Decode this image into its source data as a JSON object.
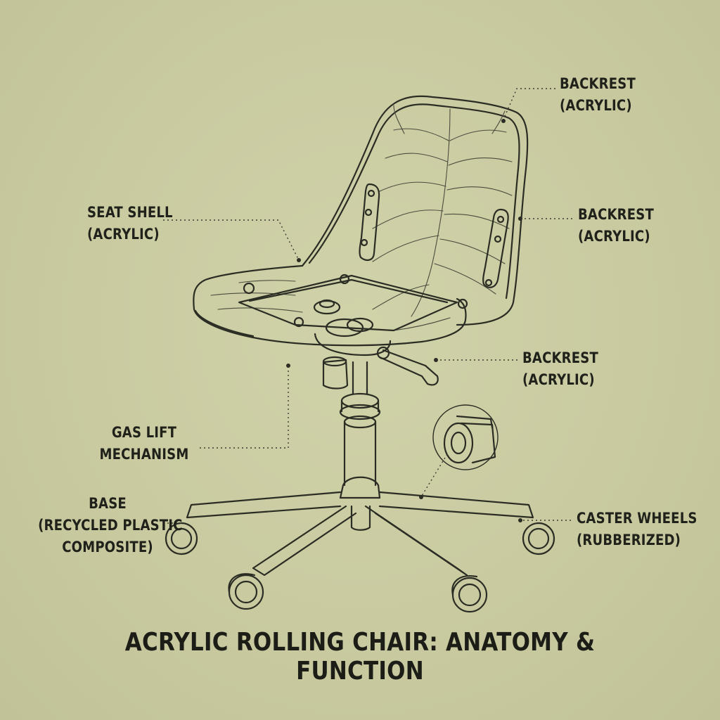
{
  "title": "ACRYLIC ROLLING CHAIR: ANATOMY & FUNCTION",
  "callouts": {
    "backrest_top": {
      "line1": "BACKREST",
      "line2": "(ACRYLIC)"
    },
    "backrest_right": {
      "line1": "BACKREST",
      "line2": "(ACRYLIC)"
    },
    "seat_shell": {
      "line1": "SEAT SHELL",
      "line2": "(ACRYLIC)"
    },
    "backrest_lever": {
      "line1": "BACKREST",
      "line2": "(ACRYLIC)"
    },
    "gas_lift": {
      "line1": "GAS LIFT",
      "line2": "MECHANISM"
    },
    "base": {
      "line1": "BASE",
      "line2": "(RECYCLED PLASTIC",
      "line3": "COMPOSITE)"
    },
    "caster_wheels": {
      "line1": "CASTER WHEELS",
      "line2": "(RUBBERIZED)"
    }
  },
  "colors": {
    "background": "#c9caa0",
    "ink": "#1f211a",
    "leader": "#3a3c31"
  }
}
